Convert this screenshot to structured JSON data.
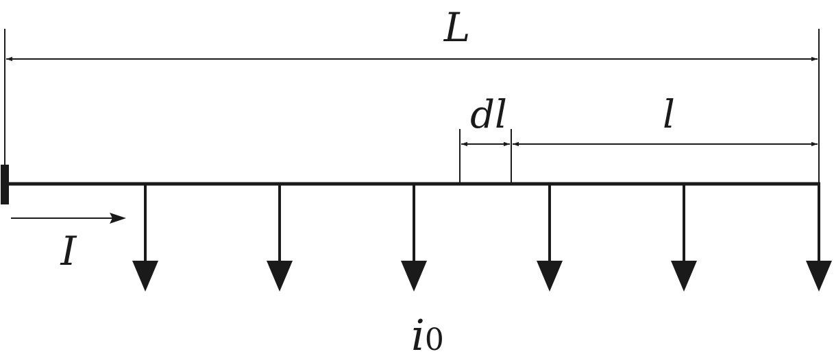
{
  "labels": {
    "total_length": "L",
    "element_length": "dl",
    "distance": "l",
    "current": "I",
    "tap_current_symbol": "i",
    "tap_current_subscript": "0"
  },
  "colors": {
    "ink": "#1a1a1a",
    "background": "#ffffff"
  },
  "tap_count": 6
}
